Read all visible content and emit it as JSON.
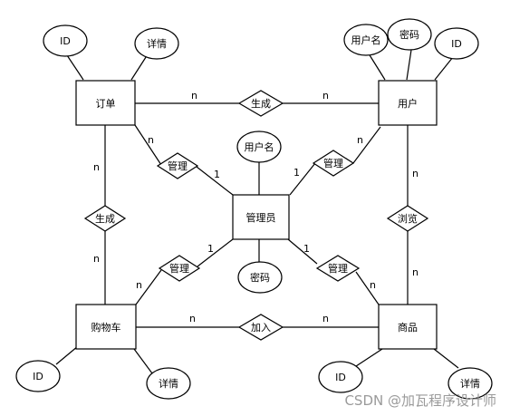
{
  "diagram": {
    "entities": {
      "order": "订单",
      "user": "用户",
      "admin": "管理员",
      "cart": "购物车",
      "product": "商品"
    },
    "relationships": {
      "order_user": "生成",
      "admin_order": "管理",
      "admin_user": "管理",
      "order_cart": "生成",
      "user_product": "浏览",
      "admin_cart": "管理",
      "admin_product": "管理",
      "cart_product": "加入"
    },
    "attributes": {
      "order_id": "ID",
      "order_detail": "详情",
      "user_name": "用户名",
      "user_password": "密码",
      "user_id": "ID",
      "admin_name": "用户名",
      "admin_password": "密码",
      "cart_id": "ID",
      "cart_detail": "详情",
      "product_id": "ID",
      "product_detail": "详情"
    },
    "cardinalities": {
      "order_user_left": "n",
      "order_user_right": "n",
      "admin_order_order": "n",
      "admin_order_admin": "1",
      "admin_user_admin": "1",
      "admin_user_user": "n",
      "order_cart_order": "n",
      "order_cart_cart": "n",
      "user_product_user": "n",
      "user_product_product": "n",
      "admin_cart_admin": "1",
      "admin_cart_cart": "n",
      "admin_product_admin": "1",
      "admin_product_product": "n",
      "cart_product_left": "n",
      "cart_product_right": "n"
    }
  },
  "watermark": "CSDN @加瓦程序设计师"
}
